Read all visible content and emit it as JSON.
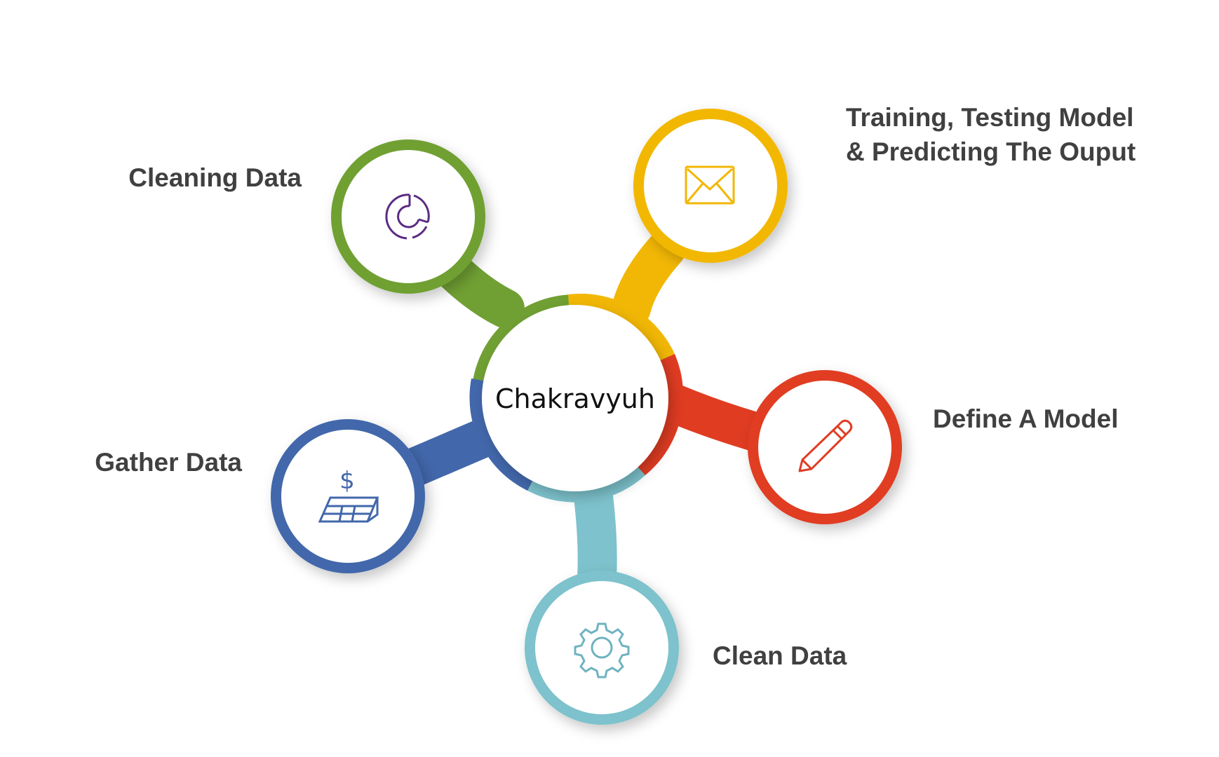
{
  "center": {
    "label": "Chakravyuh"
  },
  "nodes": [
    {
      "id": "cleaning-data",
      "label_lines": [
        "Cleaning Data"
      ],
      "color": "#70A033",
      "icon": "donut-chart-icon",
      "icon_color": "#5B2C83"
    },
    {
      "id": "training-testing",
      "label_lines": [
        "Training, Testing Model",
        "& Predicting The Ouput"
      ],
      "color": "#F2B705",
      "icon": "envelope-icon",
      "icon_color": "#F2B705"
    },
    {
      "id": "define-model",
      "label_lines": [
        "Define A Model"
      ],
      "color": "#E03C22",
      "icon": "pencil-icon",
      "icon_color": "#E03C22"
    },
    {
      "id": "clean-data",
      "label_lines": [
        "Clean Data"
      ],
      "color": "#7DC2CC",
      "icon": "gear-icon",
      "icon_color": "#6FB3C0"
    },
    {
      "id": "gather-data",
      "label_lines": [
        "Gather Data"
      ],
      "color": "#4267AB",
      "icon": "money-stack-icon",
      "icon_color": "#4267AB"
    }
  ]
}
